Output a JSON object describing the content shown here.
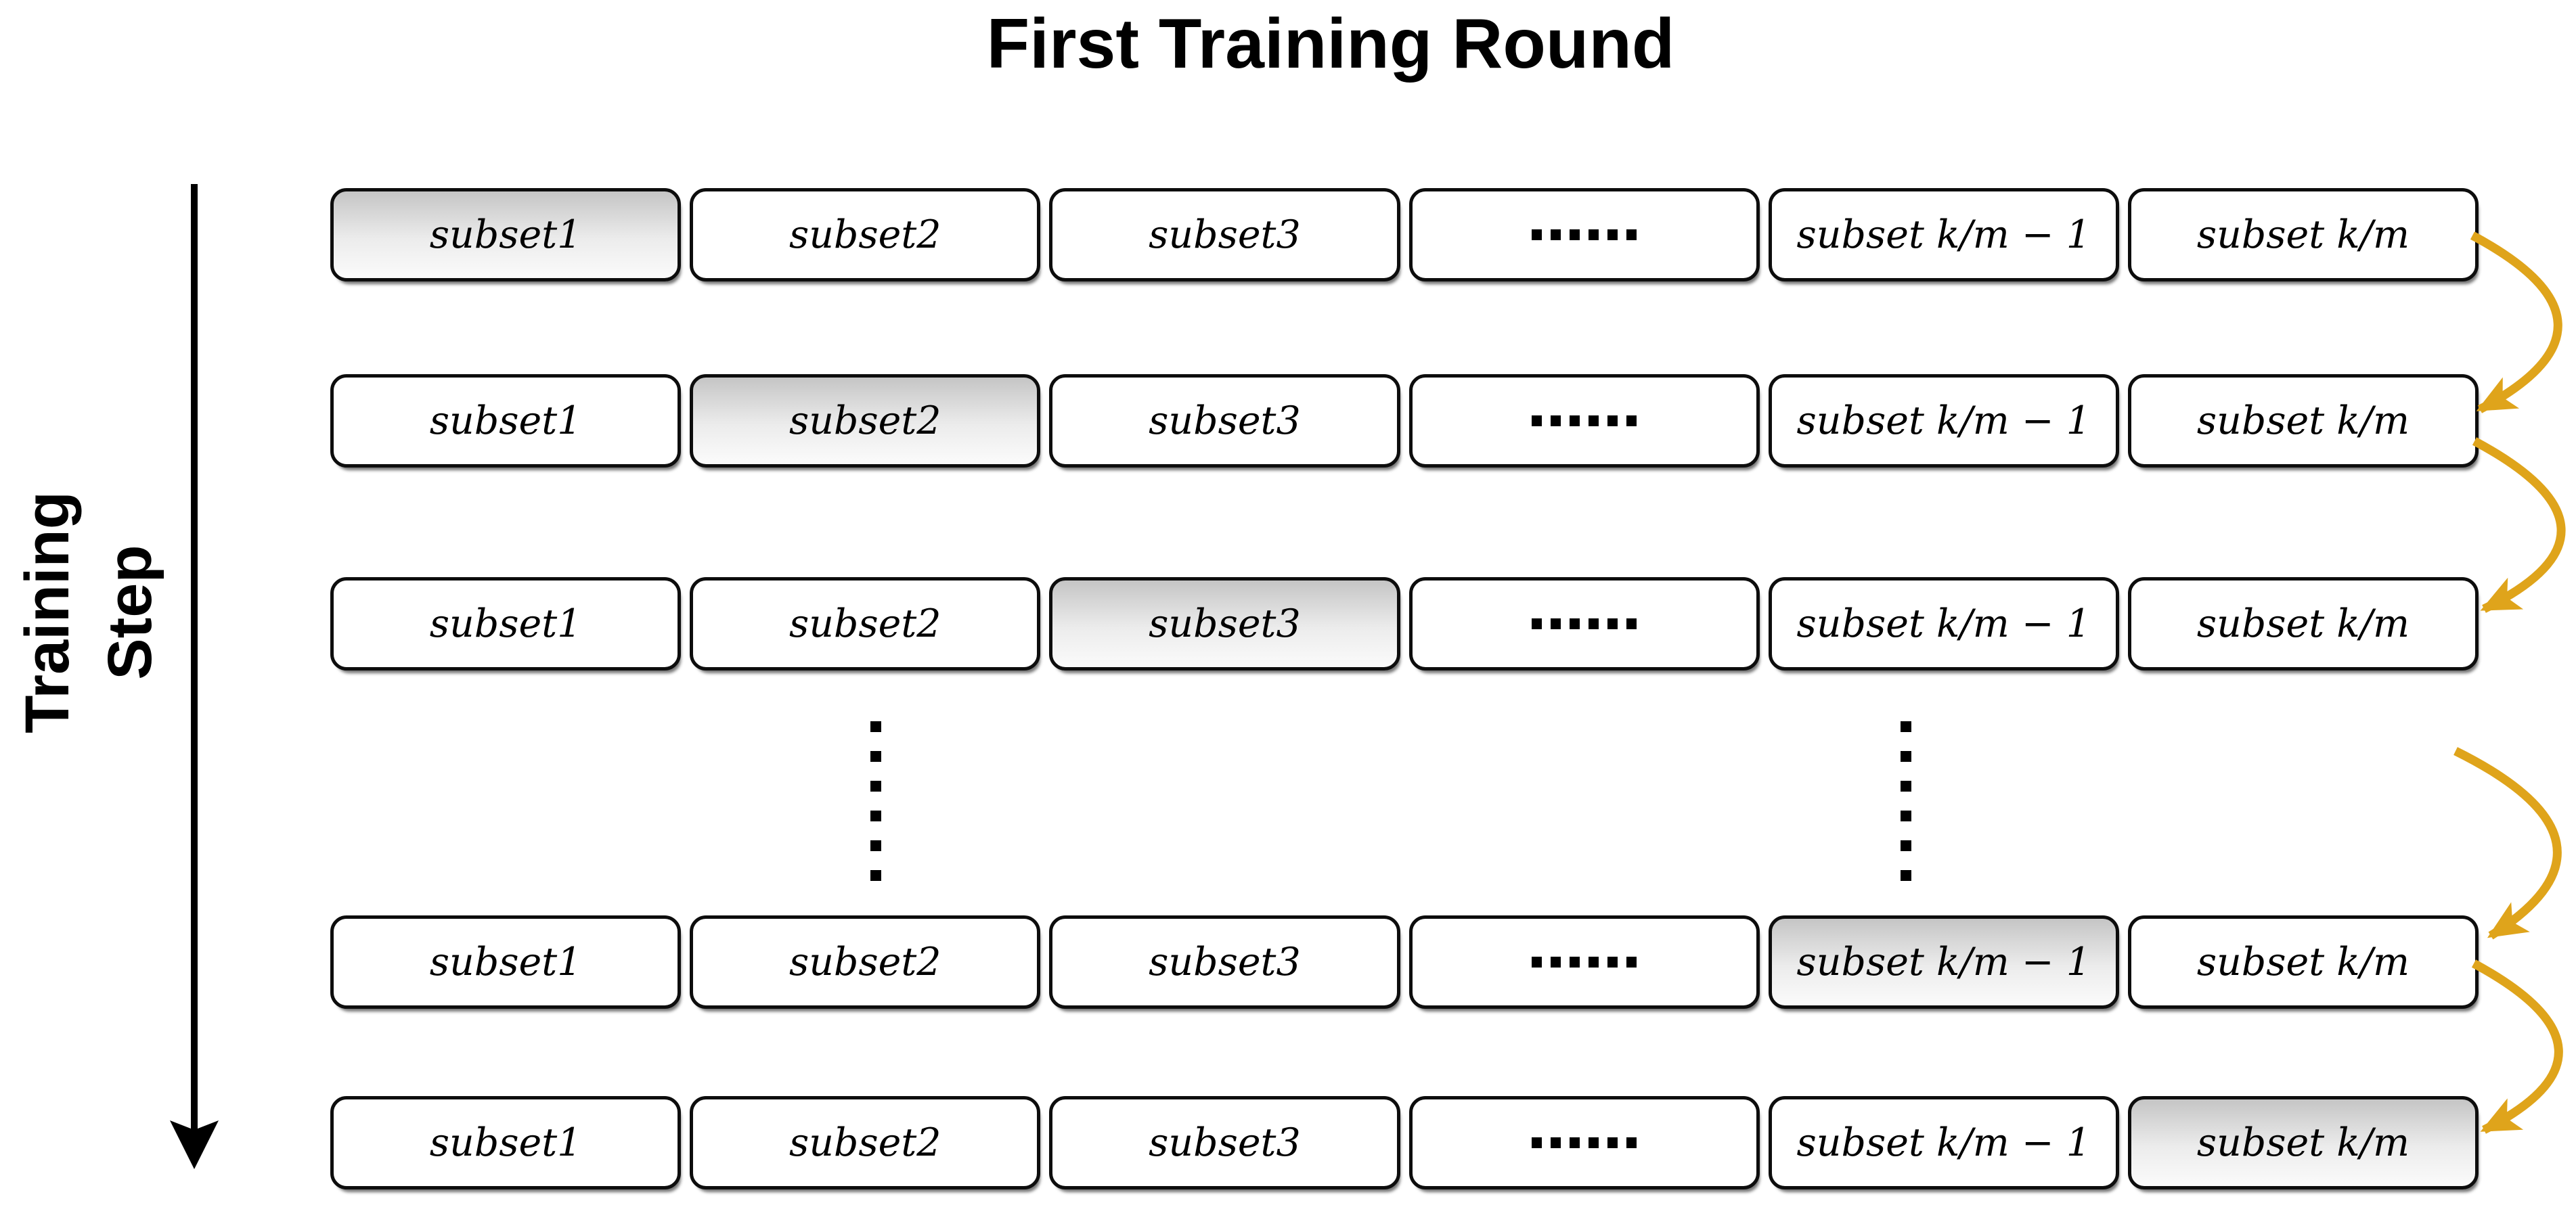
{
  "title": "First Training Round",
  "y_axis": {
    "label": "Training Step",
    "line1": "Training",
    "line2": "Step",
    "direction": "downward-arrow"
  },
  "subset_labels": [
    "subset1",
    "subset2",
    "subset3",
    "......",
    "subset k/m − 1",
    "subset k/m"
  ],
  "rows": [
    {
      "id": "step-1",
      "highlight_index": 0,
      "highlighted_subset": "subset1"
    },
    {
      "id": "step-2",
      "highlight_index": 1,
      "highlighted_subset": "subset2"
    },
    {
      "id": "step-3",
      "highlight_index": 2,
      "highlighted_subset": "subset3"
    },
    {
      "id": "step-4",
      "highlight_index": 4,
      "highlighted_subset": "subset k/m − 1"
    },
    {
      "id": "step-5",
      "highlight_index": 5,
      "highlighted_subset": "subset k/m"
    }
  ],
  "hidden_steps_ellipsis": {
    "columns": 2,
    "dots_per_column": 6
  },
  "in_row_ellipsis_dashes": 6,
  "arrows": [
    {
      "from": "step-1",
      "to": "step-2"
    },
    {
      "from": "step-2",
      "to": "step-3"
    },
    {
      "from": "hidden-steps",
      "to": "step-4"
    },
    {
      "from": "step-4",
      "to": "step-5"
    }
  ],
  "colors": {
    "background": "#ffffff",
    "text": "#000000",
    "box_border": "#0d0d0d",
    "box_fill": "#ffffff",
    "highlight_gradient_top": "#c5c5c5",
    "highlight_gradient_bottom": "#fbfbfb",
    "arrow_gold": "#dfa41b",
    "axis_arrow": "#000000"
  }
}
